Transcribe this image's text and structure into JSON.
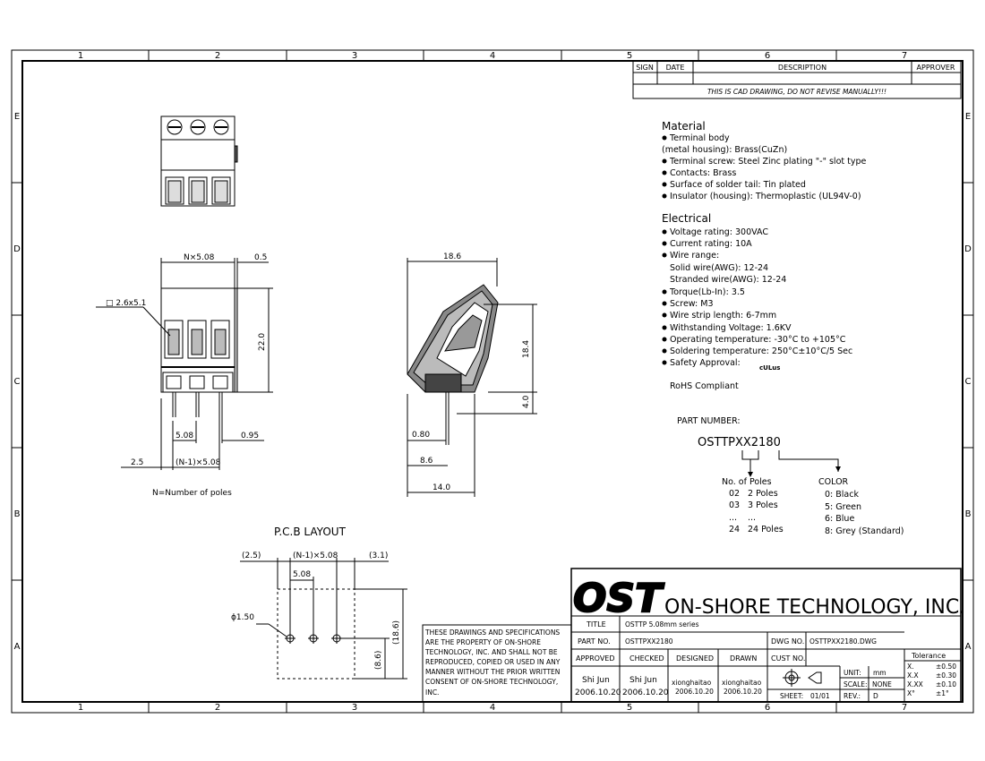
{
  "frame": {
    "col_labels": [
      "1",
      "2",
      "3",
      "4",
      "5",
      "6",
      "7"
    ],
    "row_labels": [
      "E",
      "D",
      "C",
      "B",
      "A"
    ]
  },
  "revision_table": {
    "headers": [
      "SIGN",
      "DATE",
      "DESCRIPTION",
      "APPROVER"
    ],
    "note": "THIS IS CAD DRAWING, DO NOT REVISE MANUALLY!!!"
  },
  "material": {
    "heading": "Material",
    "items": [
      "Terminal body",
      "(metal housing): Brass(CuZn)",
      "Terminal screw: Steel Zinc plating \"-\" slot type",
      "Contacts:  Brass",
      "Surface of solder tail: Tin plated",
      "Insulator (housing): Thermoplastic (UL94V-0)"
    ]
  },
  "electrical": {
    "heading": "Electrical",
    "items": [
      "Voltage rating: 300VAC",
      "Current rating: 10A",
      "Wire range:",
      "Solid wire(AWG): 12-24",
      "Stranded wire(AWG): 12-24",
      "Torque(Lb-In): 3.5",
      "Screw: M3",
      "Wire strip length: 6-7mm",
      "Withstanding Voltage: 1.6KV",
      "Operating temperature: -30°C to +105°C",
      "Soldering temperature: 250°C±10°C/5 Sec",
      "Safety Approval:"
    ],
    "rohs": "RoHS Compliant",
    "ul_mark": "cULus"
  },
  "part_number": {
    "label": "PART NUMBER:",
    "value": "OSTTPXX2180",
    "poles_heading": "No. of Poles",
    "poles": [
      {
        "code": "02",
        "desc": "2 Poles"
      },
      {
        "code": "03",
        "desc": "3 Poles"
      },
      {
        "code": "...",
        "desc": "..."
      },
      {
        "code": "24",
        "desc": "24 Poles"
      }
    ],
    "color_heading": "COLOR",
    "colors": [
      "0: Black",
      "5: Green",
      "6: Blue",
      "8: Grey (Standard)"
    ]
  },
  "front_view": {
    "dims": {
      "pitch_n": "N×5.08",
      "offset": "0.5",
      "square": "□ 2.6x5.1",
      "height": "22.0",
      "pitch": "5.08",
      "pin": "0.95",
      "edge": "2.5",
      "span": "(N-1)×5.08"
    },
    "note": "N=Number of poles"
  },
  "side_view": {
    "dims": {
      "width": "18.6",
      "height": "18.4",
      "pin_len": "4.0",
      "pin_w": "0.80",
      "pin_off": "8.6",
      "depth": "14.0"
    }
  },
  "pcb_layout": {
    "title": "P.C.B  LAYOUT",
    "dims": {
      "left": "(2.5)",
      "span": "(N-1)×5.08",
      "right": "(3.1)",
      "pitch": "5.08",
      "hole": "ϕ1.50",
      "height": "(18.6)",
      "row": "(8.6)"
    }
  },
  "property_note": [
    "THESE DRAWINGS AND SPECIFICATIONS",
    "ARE THE PROPERTY OF ON-SHORE",
    "TECHNOLOGY, INC. AND SHALL NOT BE",
    "REPRODUCED, COPIED OR USED IN ANY",
    "MANNER WITHOUT THE PRIOR WRITTEN",
    "CONSENT OF ON-SHORE TECHNOLOGY,",
    "INC."
  ],
  "title_block": {
    "logo": "OST",
    "company": "ON-SHORE TECHNOLOGY, INC.",
    "title_label": "TITLE",
    "title_value": "OSTTP 5.08mm series",
    "part_label": "PART NO.",
    "part_value": "OSTTPXX2180",
    "dwg_label": "DWG NO.",
    "dwg_value": "OSTTPXX2180.DWG",
    "approved_label": "APPROVED",
    "checked_label": "CHECKED",
    "designed_label": "DESIGNED",
    "drawn_label": "DRAWN",
    "cust_label": "CUST NO.",
    "approved_name": "Shi Jun",
    "approved_date": "2006.10.20",
    "checked_name": "Shi Jun",
    "checked_date": "2006.10.20",
    "designed_name": "xionghaitao",
    "designed_date": "2006.10.20",
    "drawn_name": "xionghaitao",
    "drawn_date": "2006.10.20",
    "unit_label": "UNIT:",
    "unit_value": "mm",
    "scale_label": "SCALE:",
    "scale_value": "NONE",
    "sheet_label": "SHEET:",
    "sheet_value": "01/01",
    "rev_label": "REV.:",
    "rev_value": "D",
    "tolerance_heading": "Tolerance",
    "tolerance": [
      {
        "k": "X.",
        "v": "±0.50"
      },
      {
        "k": "X.X",
        "v": "±0.30"
      },
      {
        "k": "X.XX",
        "v": "±0.10"
      },
      {
        "k": "X°",
        "v": "±1°"
      }
    ]
  }
}
